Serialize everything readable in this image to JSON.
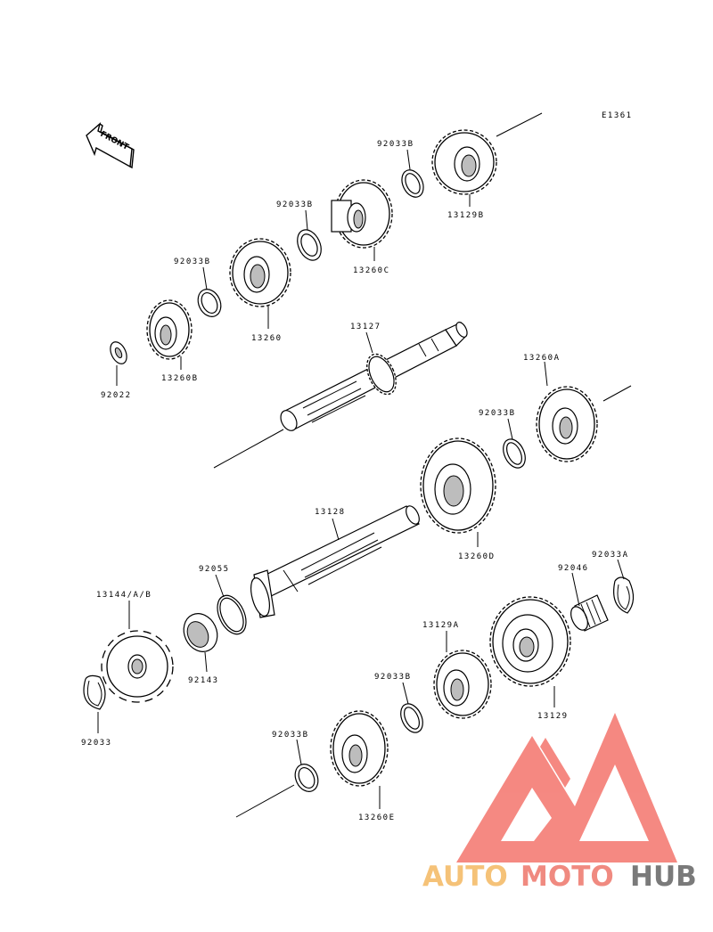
{
  "diagram_code": "E1361",
  "front_label": "FRONT",
  "parts": [
    {
      "id": "p1",
      "label": "92033B"
    },
    {
      "id": "p2",
      "label": "13129B"
    },
    {
      "id": "p3",
      "label": "92033B"
    },
    {
      "id": "p4",
      "label": "13260C"
    },
    {
      "id": "p5",
      "label": "92033B"
    },
    {
      "id": "p6",
      "label": "13260"
    },
    {
      "id": "p7",
      "label": "92022"
    },
    {
      "id": "p8",
      "label": "13260B"
    },
    {
      "id": "p9",
      "label": "13127"
    },
    {
      "id": "p10",
      "label": "13260A"
    },
    {
      "id": "p11",
      "label": "92033B"
    },
    {
      "id": "p12",
      "label": "13128"
    },
    {
      "id": "p13",
      "label": "13260D"
    },
    {
      "id": "p14",
      "label": "92055"
    },
    {
      "id": "p15",
      "label": "92033A"
    },
    {
      "id": "p16",
      "label": "92046"
    },
    {
      "id": "p17",
      "label": "13144/A/B"
    },
    {
      "id": "p18",
      "label": "92143"
    },
    {
      "id": "p19",
      "label": "13129A"
    },
    {
      "id": "p20",
      "label": "92033B"
    },
    {
      "id": "p21",
      "label": "13129"
    },
    {
      "id": "p22",
      "label": "92033"
    },
    {
      "id": "p23",
      "label": "92033B"
    },
    {
      "id": "p24",
      "label": "13260E"
    }
  ],
  "watermark": {
    "parts": [
      "AUTO",
      "MOTO",
      "HUB"
    ],
    "colors": {
      "auto": "#f5c278",
      "moto": "#f08a80",
      "hub": "#7a7a7a",
      "logo": "#ef4035"
    }
  }
}
